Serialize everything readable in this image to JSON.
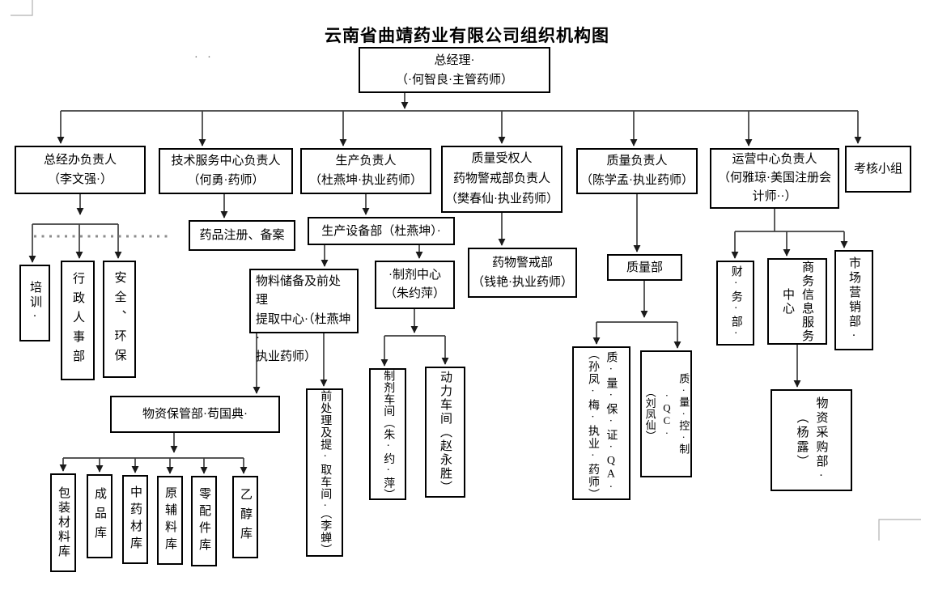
{
  "title": "云南省曲靖药业有限公司组织机构图",
  "marks": {
    "dots": "· ·"
  },
  "nodes": {
    "gm": "总经理·\n（·何智良·主管药师）",
    "gmo": "总经办负责人\n（李文强·）",
    "tech": "技术服务中心负责人\n（何勇·药师）",
    "prod": "生产负责人\n（杜燕坤·执业药师）",
    "qauth": "质量受权人\n药物警戒部负责人\n（樊春仙·执业药师）",
    "qlead": "质量负责人\n（陈学孟·执业药师）",
    "ops": "运营中心负责人\n（何雅琼·美国注册会\n计师··）",
    "assess": "考核小组",
    "reg": "药品注册、备案",
    "equip": "生产设备部（杜燕坤）·",
    "material": "物料储备及前处理\n提取中心·（杜燕坤·\n执业药师）",
    "prepctr": "·制剂中心\n（朱约萍）",
    "pharmaco": "药物警戒部\n（钱艳·执业药师）",
    "qdept": "质量部",
    "storage": "物资保管部·苟国典·",
    "train": "培训·",
    "hr": "行政人事部",
    "safety": "安全、环保",
    "finance": "财·务·部·",
    "bizinfo": "商务信息服务\n中心",
    "marketing": "市场营销部·",
    "qa": "质·量·保·证·QA·\n（孙凤·梅·执业·药师）",
    "qc": "质·量·控·制·QC·\n（刘凤仙）",
    "purchase": "物资采购部·\n（杨露）",
    "preproc": "前处理及提·取车间·（李蝉）",
    "prepws": "制剂车间（朱·约·萍）",
    "power": "动力车间（赵永胜）",
    "w1": "包装材料库",
    "w2": "成品库",
    "w3": "中药材库",
    "w4": "原辅料库",
    "w5": "零配件库",
    "w6": "乙醇库"
  }
}
